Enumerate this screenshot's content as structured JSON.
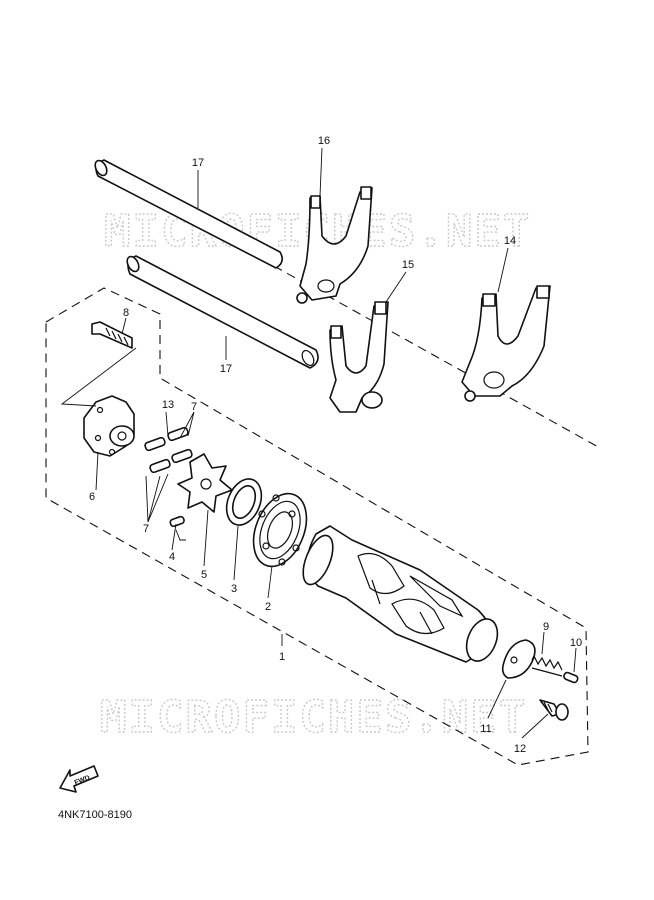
{
  "watermarks": [
    "MICROFICHES.NET",
    "MICROFICHES.NET"
  ],
  "fwd_label": "FWD",
  "diagram_code": "4NK7100-8190",
  "callouts": {
    "c1": "1",
    "c2": "2",
    "c3": "3",
    "c4": "4",
    "c5": "5",
    "c6": "6",
    "c7a": "7",
    "c7b": "7",
    "c8": "8",
    "c9": "9",
    "c10": "10",
    "c11": "11",
    "c12": "12",
    "c13": "13",
    "c14": "14",
    "c15": "15",
    "c16": "16",
    "c17a": "17",
    "c17b": "17"
  }
}
